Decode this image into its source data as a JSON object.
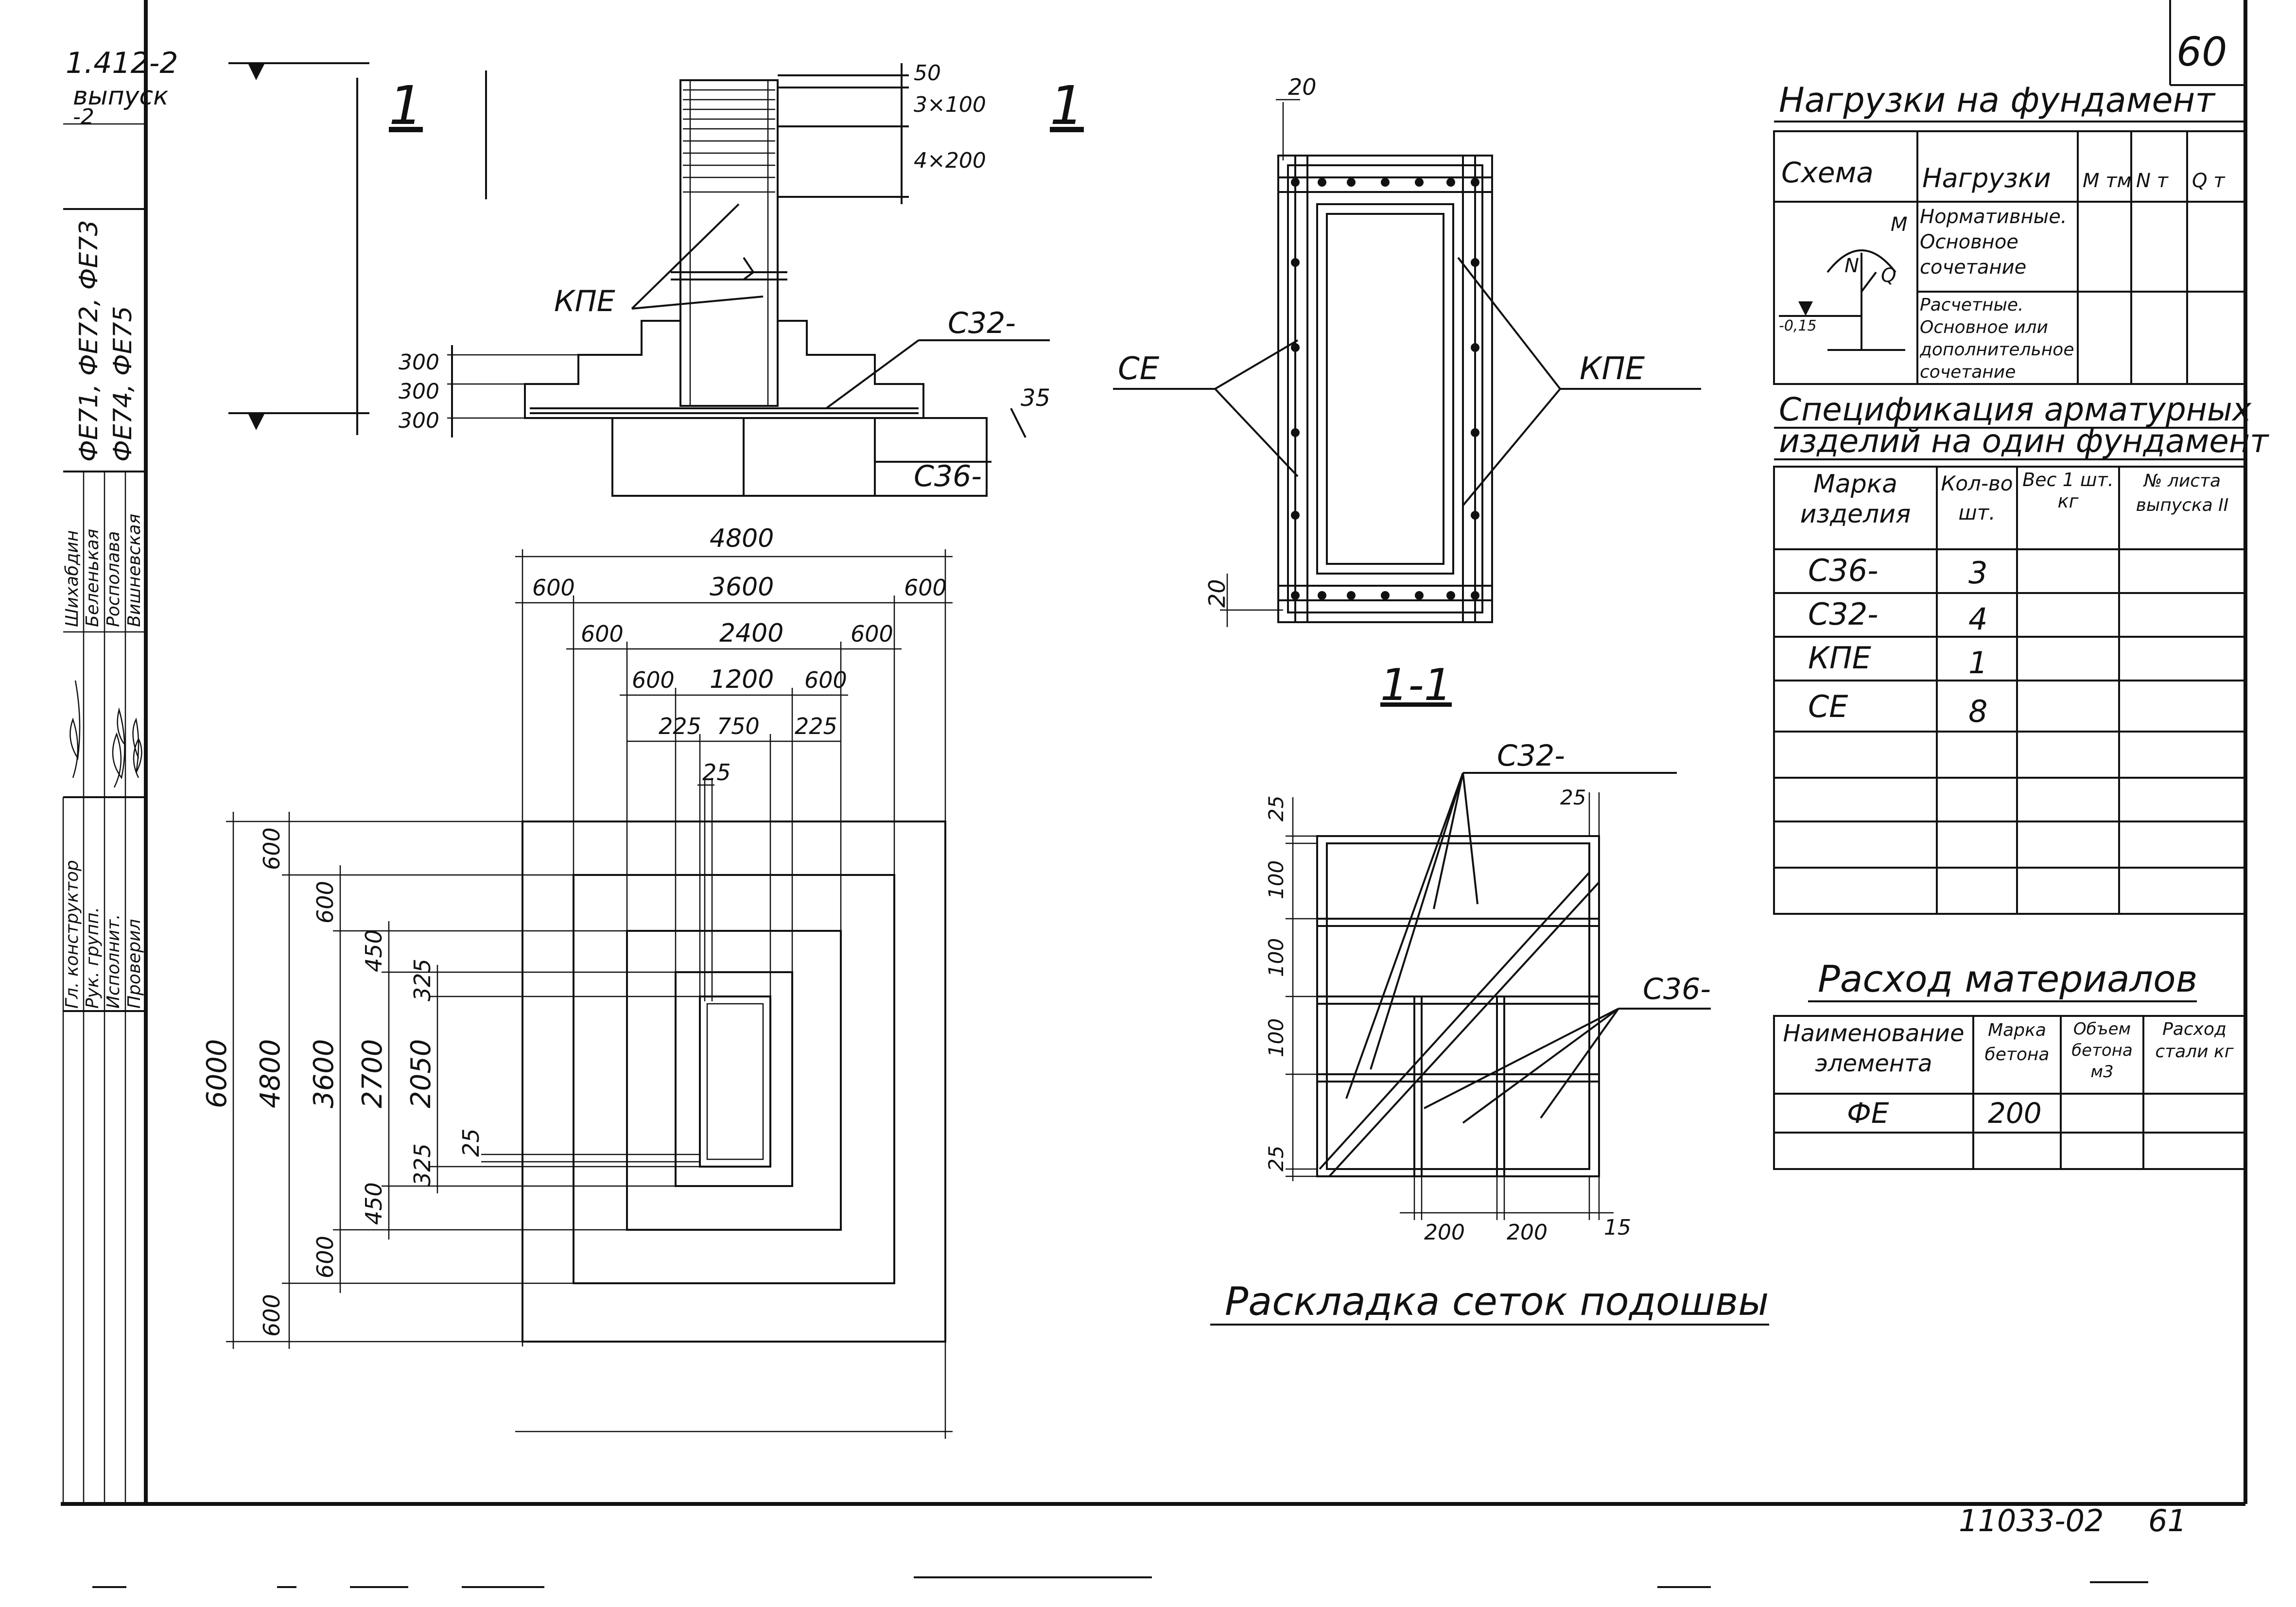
{
  "sheet": {
    "page_number": "60",
    "footer_code": "11033-02",
    "footer_page": "61",
    "series_fragment_1": "1.412-2",
    "series_fragment_2": "выпуск",
    "series_fragment_3": "-2",
    "foundation_marks_1": "ФЕ71, ФЕ72, ФЕ73",
    "foundation_marks_2": "ФЕ74, ФЕ75"
  },
  "title_block": {
    "roles": [
      "Гл. конструктор",
      "Рук. групп.",
      "Исполнит.",
      "Проверил"
    ],
    "names": [
      "Шихабдин",
      "Беленькая",
      "Росполава",
      "Вишневская"
    ]
  },
  "section_view": {
    "label_left": "1",
    "label_right": "1",
    "dims_right": [
      "50",
      "3×100",
      "4×200"
    ],
    "steps": [
      "300",
      "300",
      "300"
    ],
    "dim_35": "35",
    "callout_kpe": "КПЕ",
    "callout_c32": "С32-",
    "callout_c36": "С36-"
  },
  "plan_view": {
    "top_dims": {
      "overall": "4800",
      "row2": [
        "600",
        "3600",
        "600"
      ],
      "row3": [
        "600",
        "2400",
        "600"
      ],
      "row4": [
        "600",
        "1200",
        "600"
      ],
      "row5": [
        "225",
        "750",
        "225"
      ],
      "row6": "25"
    },
    "left_dims": {
      "overall": "6000",
      "col2": [
        "600",
        "4800",
        "600"
      ],
      "col3": [
        "600",
        "3600",
        "600"
      ],
      "col4": [
        "450",
        "2700",
        "450"
      ],
      "col5": [
        "325",
        "2050",
        "325"
      ],
      "col6": "25"
    }
  },
  "column_section": {
    "title": "1-1",
    "dim_top": "20",
    "dim_left": "20",
    "label_ce": "СЕ",
    "label_kpe": "КПЕ"
  },
  "mesh_layout": {
    "title": "Раскладка сеток подошвы",
    "label_c32": "С32-",
    "label_c36": "С36-",
    "left_dims": [
      "25",
      "100",
      "100",
      "100",
      "25"
    ],
    "top_right_dim": "25",
    "bottom_dims": [
      "200",
      "200",
      "15"
    ]
  },
  "loads_table": {
    "title": "Нагрузки на фундамент",
    "headers": [
      "Схема",
      "Нагрузки",
      "M тм",
      "N т",
      "Q т"
    ],
    "rows": [
      [
        "Нормативные. Основное сочетание"
      ],
      [
        "Расчетные. Основное или дополнительное сочетание"
      ]
    ],
    "scheme_labels": [
      "M",
      "N",
      "Q",
      "-0,15"
    ]
  },
  "spec_table": {
    "title_line1": "Спецификация арматурных",
    "title_line2": "изделий на один фундамент",
    "headers": [
      "Марка изделия",
      "Кол-во шт.",
      "Вес 1 шт. кг",
      "№ листа выпуска II"
    ],
    "rows": [
      [
        "С36-",
        "3",
        "",
        ""
      ],
      [
        "С32-",
        "4",
        "",
        ""
      ],
      [
        "КПЕ",
        "1",
        "",
        ""
      ],
      [
        "СЕ",
        "8",
        "",
        ""
      ]
    ]
  },
  "materials_table": {
    "title": "Расход материалов",
    "headers": [
      "Наименование элемента",
      "Марка бетона",
      "Объем бетона м3",
      "Расход стали кг"
    ],
    "rows": [
      [
        "ФЕ",
        "200",
        "",
        ""
      ]
    ]
  }
}
